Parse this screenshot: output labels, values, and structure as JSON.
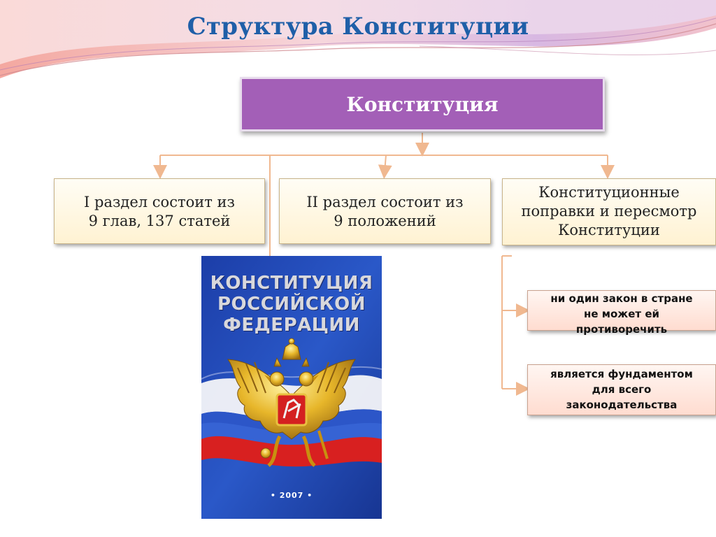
{
  "slide": {
    "title": "Структура Конституции"
  },
  "diagram": {
    "root": {
      "label": "Конституция"
    },
    "sections": [
      {
        "lines": [
          "I раздел состоит из",
          "9 глав, 137 статей"
        ]
      },
      {
        "lines": [
          "II раздел состоит из",
          "9 положений"
        ]
      },
      {
        "lines": [
          "Конституционные",
          "поправки и пересмотр",
          "Конституции"
        ]
      }
    ],
    "properties": [
      {
        "lines": [
          "ни один закон в стране",
          "не может  ей",
          "противоречить"
        ]
      },
      {
        "lines": [
          "является фундаментом",
          "для всего",
          "законодательства"
        ]
      }
    ]
  },
  "book_cover": {
    "title_lines": [
      "КОНСТИТУЦИЯ",
      "РОССИЙСКОЙ",
      "ФЕДЕРАЦИИ"
    ],
    "year": "• 2007 •"
  },
  "colors": {
    "title": "#1f5fa8",
    "root_box": "#a35fb7",
    "connector": "#f0b890"
  }
}
